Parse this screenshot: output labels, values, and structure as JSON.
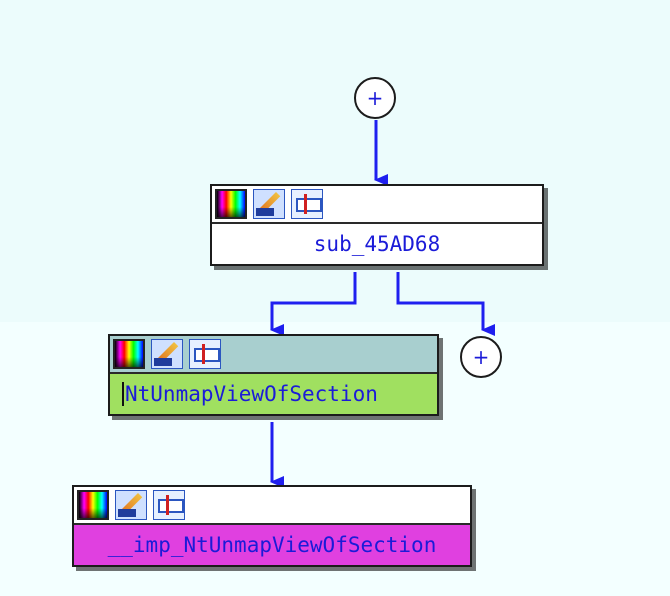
{
  "graph": {
    "nodes": [
      {
        "label": "sub_45AD68",
        "header_color": "#ffffff",
        "body_color": "#ffffff"
      },
      {
        "label": "NtUnmapViewOfSection",
        "header_color": "#a8cfcf",
        "body_color": "#a0e060",
        "selected": true
      },
      {
        "label": "__imp_NtUnmapViewOfSection",
        "header_color": "#ffffff",
        "body_color": "#e040e0"
      }
    ],
    "expand_buttons": [
      {
        "label": "+"
      },
      {
        "label": "+"
      }
    ],
    "header_icons": [
      "palette-icon",
      "edit-pen-icon",
      "rename-icon"
    ],
    "edge_color": "#1f1fef"
  }
}
